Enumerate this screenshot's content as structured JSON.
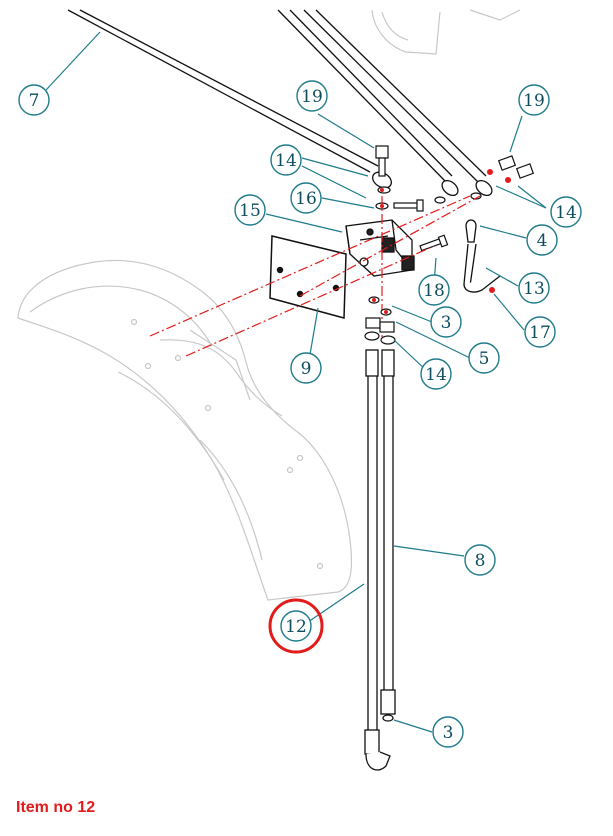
{
  "caption": "Item no 12",
  "colors": {
    "callout": "#1e7b8a",
    "callout_text": "#0e4d5e",
    "highlight": "#e31b1b",
    "centerline": "#e31b1b",
    "ghost": "#c8c8c8",
    "line": "#111111"
  },
  "callouts": [
    {
      "id": "c7",
      "label": "7"
    },
    {
      "id": "c19a",
      "label": "19"
    },
    {
      "id": "c19b",
      "label": "19"
    },
    {
      "id": "c14a",
      "label": "14"
    },
    {
      "id": "c16",
      "label": "16"
    },
    {
      "id": "c15",
      "label": "15"
    },
    {
      "id": "c14b",
      "label": "14"
    },
    {
      "id": "c4",
      "label": "4"
    },
    {
      "id": "c13",
      "label": "13"
    },
    {
      "id": "c17",
      "label": "17"
    },
    {
      "id": "c18",
      "label": "18"
    },
    {
      "id": "c3a",
      "label": "3"
    },
    {
      "id": "c5",
      "label": "5"
    },
    {
      "id": "c14c",
      "label": "14"
    },
    {
      "id": "c9",
      "label": "9"
    },
    {
      "id": "c8",
      "label": "8"
    },
    {
      "id": "c12",
      "label": "12",
      "highlighted": true
    },
    {
      "id": "c3b",
      "label": "3"
    }
  ]
}
